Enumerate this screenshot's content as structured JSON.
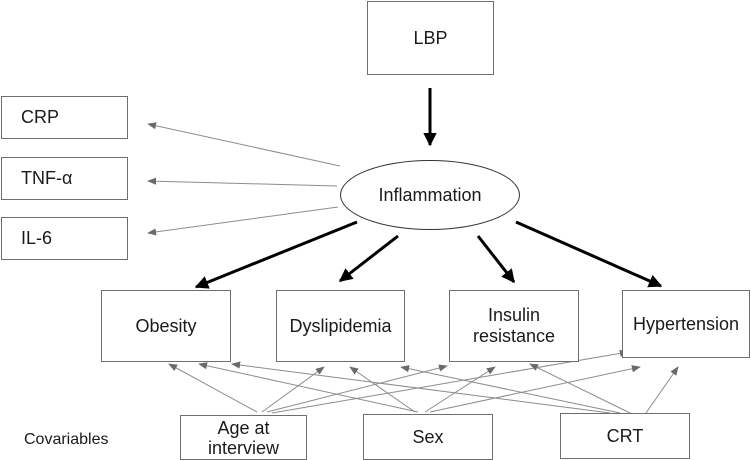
{
  "nodes": {
    "lbp": "LBP",
    "inflammation": "Inflammation",
    "crp": "CRP",
    "tnf": "TNF-α",
    "il6": "IL-6",
    "obesity": "Obesity",
    "dyslipidemia": "Dyslipidemia",
    "insulin_resistance": "Insulin resistance",
    "hypertension": "Hypertension",
    "age": "Age at interview",
    "sex": "Sex",
    "crt": "CRT"
  },
  "covariables_label": "Covariables",
  "colors": {
    "thick_arrow": "#000000",
    "thin_arrow": "#8c8c8c",
    "box_border": "#6e6e6e"
  }
}
